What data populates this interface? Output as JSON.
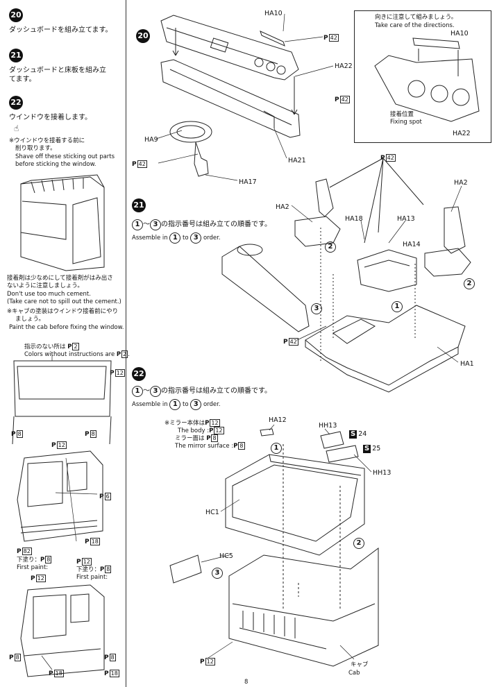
{
  "left": {
    "step20": {
      "num": "20",
      "text": "ダッシュボードを組み立てます。"
    },
    "step21": {
      "num": "21",
      "text_line1": "ダッシュボードと床板を組み立",
      "text_line2": "てます。"
    },
    "step22": {
      "num": "22",
      "text": "ウインドウを接着します。",
      "note1_jp_1": "※ウインドウを接着する前に",
      "note1_jp_2": "削り取ります。",
      "note1_en_1": "Shave off these sticking out parts",
      "note1_en_2": "before sticking the window."
    },
    "cement": {
      "jp1": "接着剤は少なめにして接着剤がはみ出さ",
      "jp2": "ないように注意しましょう。",
      "en1": "Don't use too much cement.",
      "en2": "(Take care not to spill out the cement.)"
    },
    "paint": {
      "jp1": "※キャブの塗装はウインドウ接着前にやり",
      "jp2": "ましょう。",
      "en1": "Paint the cab before fixing the window."
    },
    "colors": {
      "jp": "指示のない所は",
      "en": "Colors without instructions are",
      "code": "2"
    },
    "labels": {
      "p12": "12",
      "p8": "8",
      "p6": "6",
      "p18": "18",
      "p82": "82",
      "firstpaint_jp": "下塗り：",
      "firstpaint_en": "First paint:"
    }
  },
  "right": {
    "step20": {
      "num": "20",
      "parts": {
        "ha10": "HA10",
        "ha22": "HA22",
        "ha21": "HA21",
        "ha9": "HA9",
        "ha17": "HA17"
      },
      "paint42": "42"
    },
    "inset": {
      "jp": "向きに注意して組みましょう。",
      "en": "Take care of the directions.",
      "ha10": "HA10",
      "ha22": "HA22",
      "fix_jp": "接着位置",
      "fix_en": "Fixing spot"
    },
    "step21": {
      "num": "21",
      "order_jp_1": "の指示番号は組み立ての順番です。",
      "order_en_a": "Assemble in",
      "order_en_b": "to",
      "order_en_c": "order.",
      "c1": "1",
      "c3": "3",
      "c2": "2",
      "parts": {
        "ha2a": "HA2",
        "ha2b": "HA2",
        "ha18": "HA18",
        "ha13": "HA13",
        "ha14": "HA14",
        "ha1": "HA1"
      },
      "paint42": "42"
    },
    "step22": {
      "num": "22",
      "order_jp_1": "の指示番号は組み立ての順番です。",
      "order_en_a": "Assemble in",
      "order_en_b": "to",
      "order_en_c": "order.",
      "c1": "1",
      "c3": "3",
      "c2": "2",
      "mirror_jp": "※ミラー本体は",
      "mirror_en": "The body :",
      "mirror_face_jp": "ミラー面は",
      "mirror_face_en": "The mirror surface :",
      "p12": "12",
      "p8": "8",
      "parts": {
        "ha12": "HA12",
        "hh13a": "HH13",
        "hh13b": "HH13",
        "hc1": "HC1",
        "hc5": "HC5"
      },
      "s24": "24",
      "s25": "25",
      "s": "S",
      "cab_jp": "キャブ",
      "cab_en": "Cab"
    },
    "page": "8"
  }
}
